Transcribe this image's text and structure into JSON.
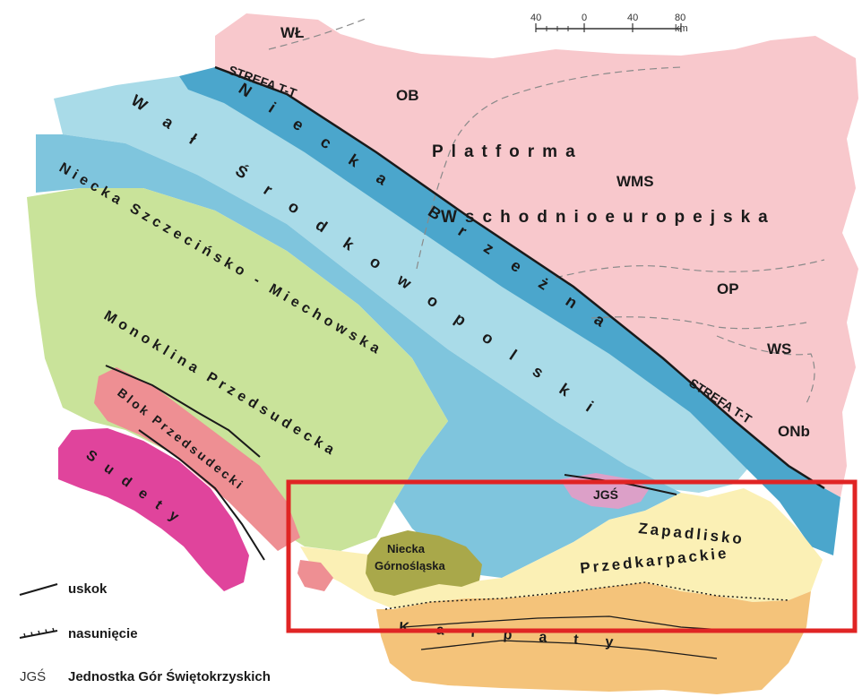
{
  "scale": {
    "labels": [
      "40",
      "0",
      "40",
      "80 km"
    ]
  },
  "regions": {
    "wl": "WŁ",
    "ob": "OB",
    "platforma": "Platforma",
    "wms": "WMS",
    "wschodnio": "Wschodnioeuropejska",
    "op": "OP",
    "ws": "WS",
    "onb": "ONb",
    "strefa_top": "STREFA T-T",
    "strefa_bottom": "STREFA T-T",
    "niecka_brzezna": "Niecka Brzeżna",
    "wal": "Wał Środkowopolski",
    "niecka_szcz": "Niecka Szczecińsko - Miechowska",
    "monoklina": "Monoklina Przedsudecka",
    "blok": "Blok Przedsudecki",
    "sudety": "Sudety",
    "jgs": "JGŚ",
    "niecka_gorno_1": "Niecka",
    "niecka_gorno_2": "Górnośląska",
    "zapadlisko": "Zapadlisko",
    "przedkarpackie": "Przedkarpackie",
    "karpaty": "Karpaty"
  },
  "legend": {
    "uskok": "uskok",
    "nasuniecie": "nasunięcie",
    "jgs_abbr": "JGŚ",
    "jgs_full": "Jednostka Gór Świętokrzyskich"
  },
  "colors": {
    "platform": "#f8c8cc",
    "wal": "#a9dbe8",
    "niecka_szcz": "#7fc5dd",
    "niecka_brzezna": "#4ba6cc",
    "monoklina": "#c9e39a",
    "blok": "#ee8f93",
    "sudety": "#e0449c",
    "zapadlisko": "#fbf0b5",
    "karpaty": "#f4c37a",
    "niecka_gorno": "#a9a84a",
    "jgs": "#dca0c8",
    "highlight": "#e02424"
  }
}
